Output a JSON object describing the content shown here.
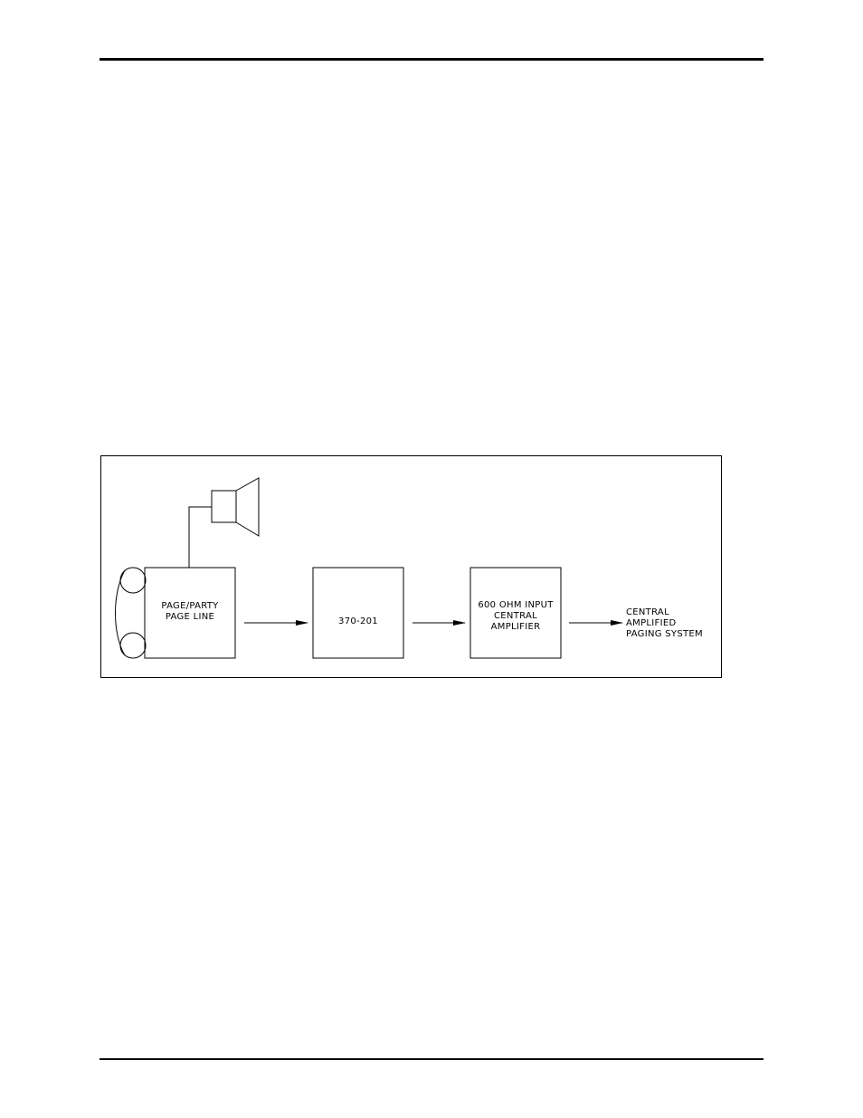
{
  "diagram": {
    "blocks": [
      {
        "id": "page-party",
        "lines": [
          "PAGE/PARTY",
          "PAGE LINE"
        ]
      },
      {
        "id": "interface",
        "lines": [
          "370-201"
        ]
      },
      {
        "id": "amplifier",
        "lines": [
          "600 OHM INPUT",
          "CENTRAL",
          "AMPLIFIER"
        ]
      }
    ],
    "output_label": [
      "CENTRAL",
      "AMPLIFIED",
      "PAGING SYSTEM"
    ],
    "icons": [
      "speaker-icon",
      "handset-icon"
    ]
  }
}
